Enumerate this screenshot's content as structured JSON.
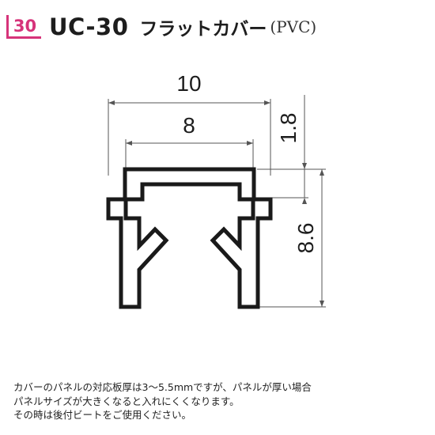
{
  "header": {
    "badge_number": "30",
    "model": "UC-30",
    "product_name": "フラットカバー",
    "material": "(PVC)"
  },
  "dimensions": {
    "overall_width": "10",
    "inner_width": "8",
    "top_thickness": "1.8",
    "total_height": "8.6"
  },
  "notes": [
    "カバーのパネルの対応板厚は3～5.5mmですが、パネルが厚い場合",
    "パネルサイズが大きくなると入れにくくなります。",
    "その時は後付ビートをご使用ください。"
  ],
  "colors": {
    "accent": "#d6337a",
    "profile_stroke": "#1a1a1a",
    "dimension_line": "#555555"
  }
}
